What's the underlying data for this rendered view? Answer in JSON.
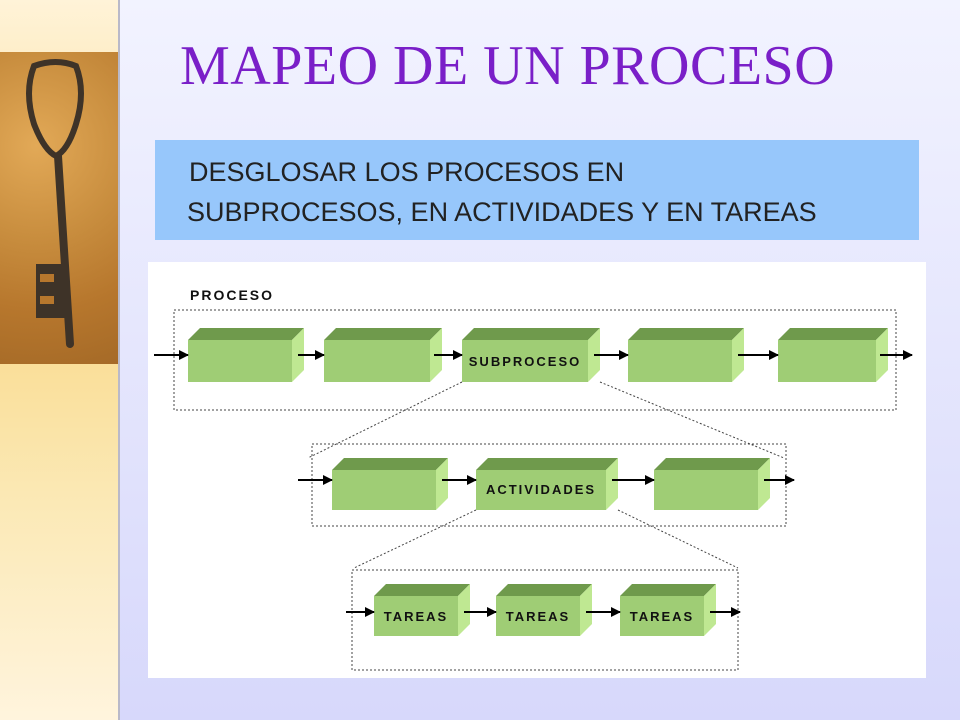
{
  "slide": {
    "title": "MAPEO DE UN PROCESO",
    "subtitle_line1": "DESGLOSAR LOS PROCESOS EN",
    "subtitle_line2": "SUBPROCESOS, EN ACTIVIDADES Y EN TAREAS"
  },
  "diagram": {
    "process_label": "PROCESO",
    "subprocess_label": "SUBPROCESO",
    "activities_label": "ACTIVIDADES",
    "task_labels": [
      "TAREAS",
      "TAREAS",
      "TAREAS"
    ],
    "colors": {
      "box_front": "#9fcd75",
      "box_top": "#6f9a4c",
      "box_side": "#bfe892"
    }
  },
  "decoration": {
    "image": "antique-key-photo"
  }
}
